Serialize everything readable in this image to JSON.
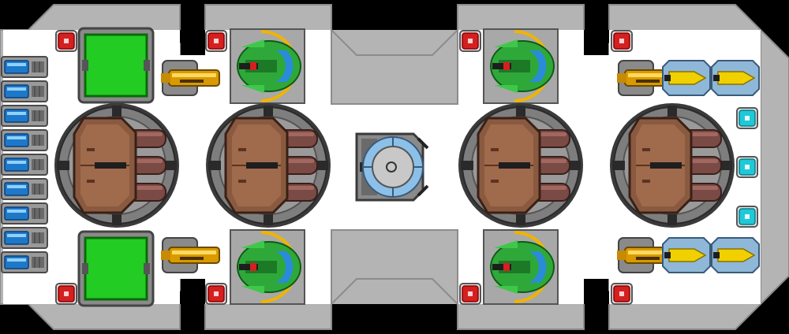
{
  "scene": {
    "kind": "top-down spaceship hull schematic",
    "palette": {
      "background": "#000000",
      "hull_outer": "#b4b4b4",
      "hull_edge": "#8c8c8c",
      "floor": "#ffffff",
      "turret_ring": "#3a3a3a",
      "turret_base": "#6e6e6e",
      "turret_plate": "#8a5a40",
      "turret_barrel": "#7a4a44",
      "green_pad": "#22cc22",
      "green_gun": "#2fa83a",
      "gold": "#f0b400",
      "red_node": "#d42020",
      "cyan_node": "#20c8d8",
      "blue_cell": "#1e78c8",
      "yellow_missile": "#f0d000",
      "shield_blue": "#8cc0e8"
    },
    "icons": {
      "main_turret": "triple-barrel-turret-icon",
      "dome": "shield-dome-icon",
      "green_gun": "green-cannon-icon",
      "gold_gun": "gold-autocannon-icon",
      "missile_pod": "missile-pod-icon",
      "red_node": "red-connector-icon",
      "cyan_node": "cyan-connector-icon",
      "pad": "green-hatch-icon",
      "cell": "battery-cell-icon"
    },
    "counts": {
      "main_turrets": 4,
      "green_cannons": 4,
      "battery_cells": 9
    }
  }
}
